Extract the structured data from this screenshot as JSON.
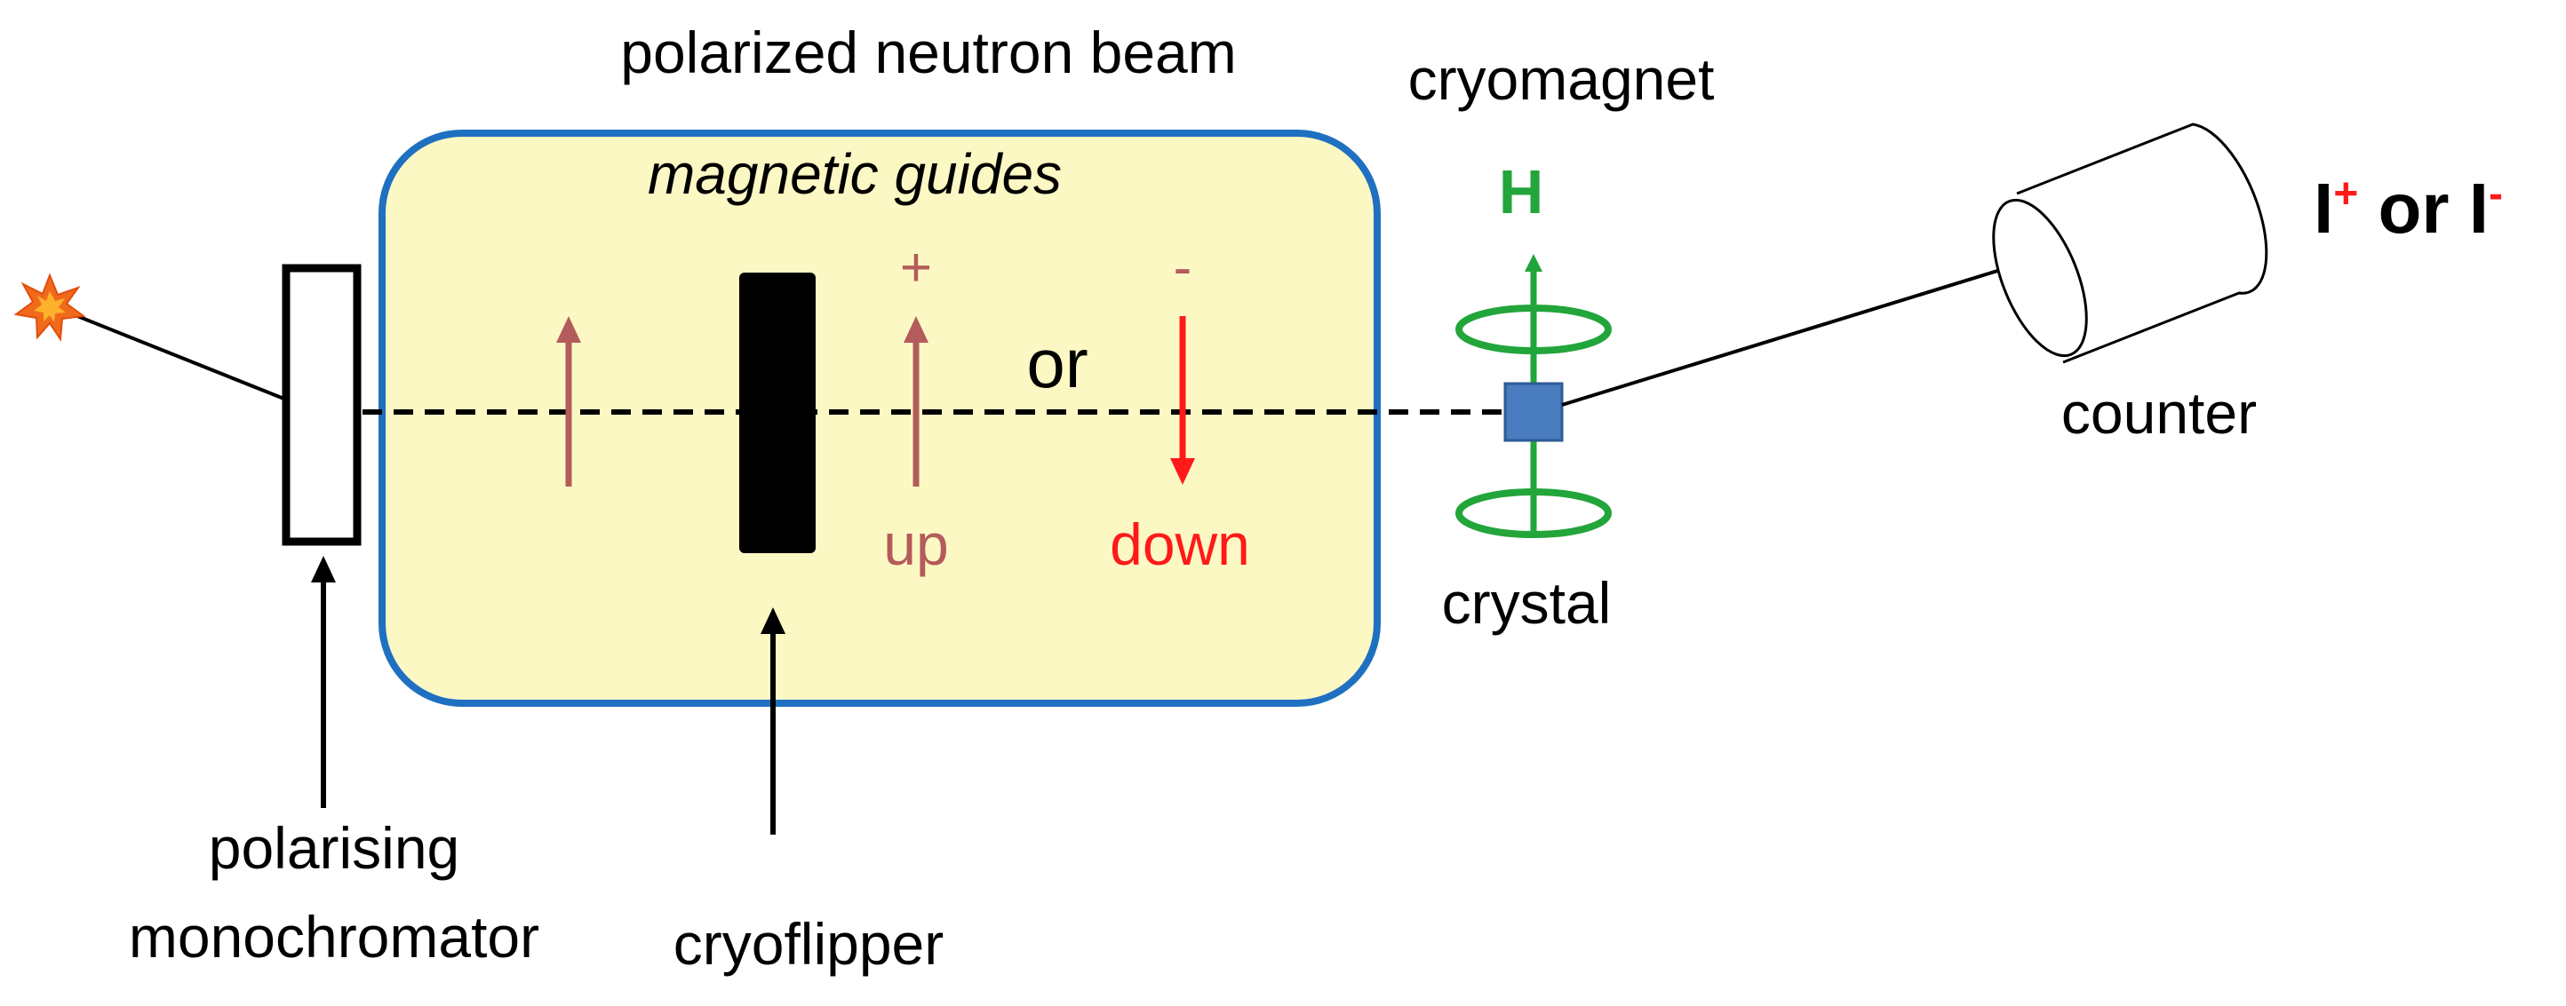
{
  "labels": {
    "beam_title": "polarized neutron beam",
    "guides": "magnetic guides",
    "cryomagnet": "cryomagnet",
    "field": "H",
    "plus_sign": "+",
    "minus_sign": "-",
    "or_word": "or",
    "up": "up",
    "down": "down",
    "crystal": "crystal",
    "counter": "counter",
    "intensity_plus_base": "I",
    "intensity_plus_sup": "+",
    "intensity_or": " or ",
    "intensity_minus_base": "I",
    "intensity_minus_sup": "-",
    "monochromator_line1": "polarising",
    "monochromator_line2": "monochromator",
    "cryoflipper": "cryoflipper"
  },
  "colors": {
    "guide_fill": "#fcf8c4",
    "guide_border": "#1f70c1",
    "spin_up": "#b45b5b",
    "spin_down": "#ff1a1a",
    "field": "#22a53a",
    "crystal": "#4a7cc0",
    "source": "#f06a1c",
    "ink": "#000000"
  },
  "icons": {
    "source": "starburst-icon",
    "counter": "cylinder-icon"
  }
}
